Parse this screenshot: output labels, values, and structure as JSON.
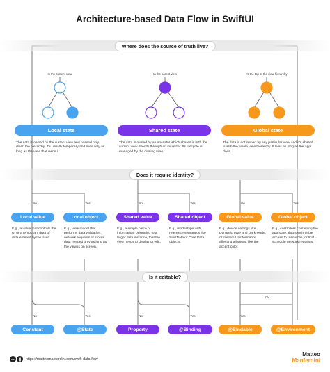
{
  "title": "Architecture-based Data Flow in SwiftUI",
  "questions": {
    "q1": "Where does the source of truth live?",
    "q2": "Does it require identity?",
    "q3": "Is it editable?"
  },
  "tree_labels": {
    "current": "In the current view",
    "parent": "In the parent view",
    "top": "At the top of the view hierarchy"
  },
  "states": [
    {
      "label": "Local state",
      "desc": "The sata is owned by the current view and passed only down the hierarchy. It's usually temporary and lives only as long as the view that owns it."
    },
    {
      "label": "Shared state",
      "desc": "The data is owned by an ancestor which shares is with the current view directly through an initializer. Its lifecycle is managed by the owning view."
    },
    {
      "label": "Global state",
      "desc": "The data is not owned by any particular view and it's shared is with the whole view hierarchy. It lives as long as the app does."
    }
  ],
  "branch_labels": {
    "no": "No",
    "yes": "Yes"
  },
  "values": [
    {
      "label": "Local value",
      "desc": "E.g., a value that controls the UI or a temporary draft of data entered by the user."
    },
    {
      "label": "Local object",
      "desc": "E.g., view model that performs data validation, network requests or stores data needed only as long as the view is on screen."
    },
    {
      "label": "Shared value",
      "desc": "E.g., a simple piece of information, belonging to a larger data instance, that the view needs to display or edit."
    },
    {
      "label": "Shared object",
      "desc": "E.g., model type with reference semantics like SwiftData or Core Data objects."
    },
    {
      "label": "Global value",
      "desc": "E.g., device settings like Dynamic Type and Dark Mode, or custom UI information affecting all views, like the accent color."
    },
    {
      "label": "Global object",
      "desc": "E.g., controllers containing the app state, that synchronize access to resources, or that schedule network requests."
    }
  ],
  "results": [
    "Constant",
    "@State",
    "Property",
    "@Binding",
    "@Bindable",
    "@Environment"
  ],
  "footer": {
    "license_badge": "cc",
    "url": "https://matteomanferdini.com/swift-data-flow",
    "brand_first": "Matteo",
    "brand_last": "Manferdini"
  },
  "colors": {
    "blue": "#4aa3ee",
    "purple": "#7a33e6",
    "orange": "#f6981c"
  }
}
